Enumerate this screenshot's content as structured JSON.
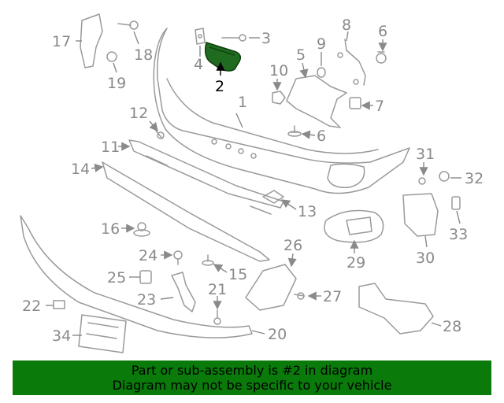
{
  "colors": {
    "banner_bg": "#0a7a0a",
    "highlight_part": "#1f6b1f",
    "line_gray": "#9a9a9a",
    "callout_gray": "#8a8a8a",
    "highlight_callout": "#000000"
  },
  "highlighted_part": "2",
  "callouts": {
    "c1": "1",
    "c2": "2",
    "c3": "3",
    "c4": "4",
    "c5": "5",
    "c6a": "6",
    "c6b": "6",
    "c7": "7",
    "c8": "8",
    "c9": "9",
    "c10": "10",
    "c11": "11",
    "c12": "12",
    "c13": "13",
    "c14": "14",
    "c15": "15",
    "c16": "16",
    "c17": "17",
    "c18": "18",
    "c19": "19",
    "c20": "20",
    "c21": "21",
    "c22": "22",
    "c23": "23",
    "c24": "24",
    "c25": "25",
    "c26": "26",
    "c27": "27",
    "c28": "28",
    "c29": "29",
    "c30": "30",
    "c31": "31",
    "c32": "32",
    "c33": "33",
    "c34": "34"
  },
  "banner": {
    "line1": "Part or sub-assembly is #2 in diagram",
    "line2": "Diagram may not be specific to your vehicle"
  }
}
